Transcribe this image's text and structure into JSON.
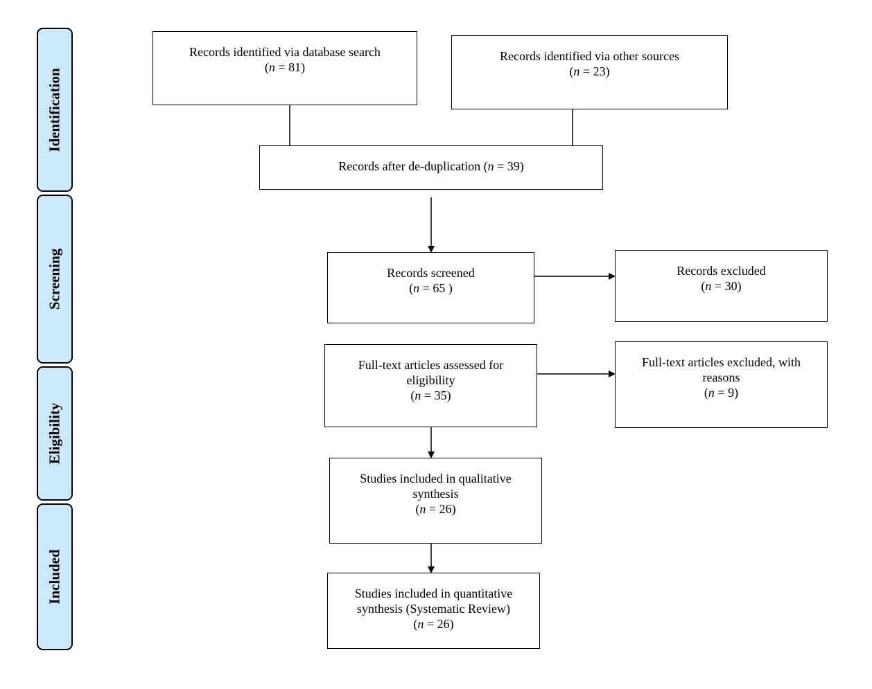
{
  "phases": {
    "identification": "Identification",
    "screening": "Screening",
    "eligibility": "Eligibility",
    "included": "Included"
  },
  "boxes": {
    "database": {
      "title": "Records identified via database search",
      "n_label": "n",
      "n_value": "81"
    },
    "other": {
      "title": "Records identified via other sources",
      "n_label": "n",
      "n_value": "23"
    },
    "dedup": {
      "title": "Records after de-duplication",
      "n_label": "n",
      "n_value": "39"
    },
    "screened": {
      "title": "Records screened",
      "n_label": "n",
      "n_value": "65 "
    },
    "excluded": {
      "title": "Records excluded",
      "n_label": "n",
      "n_value": "30"
    },
    "fulltext": {
      "title_line1": "Full-text articles assessed for",
      "title_line2": "eligibility",
      "n_label": "n",
      "n_value": "35"
    },
    "fulltext_excluded": {
      "title_line1": "Full-text articles excluded, with",
      "title_line2": "reasons",
      "n_label": "n",
      "n_value": "9"
    },
    "qualitative": {
      "title_line1": "Studies included in qualitative",
      "title_line2": "synthesis",
      "n_label": "n",
      "n_value": "26"
    },
    "quantitative": {
      "title_line1": "Studies included in quantitative",
      "title_line2": "synthesis (Systematic Review)",
      "n_label": "n",
      "n_value": "26"
    }
  }
}
